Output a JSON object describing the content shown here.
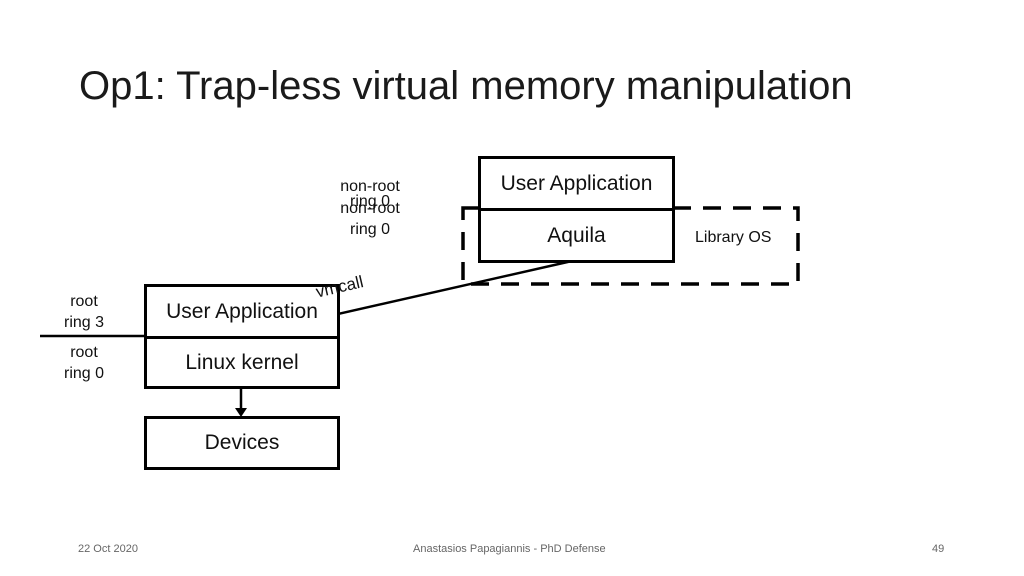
{
  "slide": {
    "title_prefix": "Op1:",
    "title_rest": "Trap-less virtual memory manipulation"
  },
  "diagram": {
    "host": {
      "user_app": "User Application",
      "kernel": "Linux kernel",
      "devices": "Devices",
      "ring3_line1": "root",
      "ring3_line2": "ring 3",
      "ring0_line1": "root",
      "ring0_line2": "ring 0"
    },
    "guest": {
      "user_app": "User Application",
      "libos": "Aquila",
      "libos_label": "Library OS",
      "ring3_line1": "non-root",
      "ring3_line2": "ring 0",
      "ring0_line1": "non-root",
      "ring0_line2": "ring 0"
    },
    "vmcall_label": "vmcall"
  },
  "footer": {
    "date": "22 Oct 2020",
    "author": "Anastasios Papagiannis - PhD Defense",
    "page": "49"
  }
}
